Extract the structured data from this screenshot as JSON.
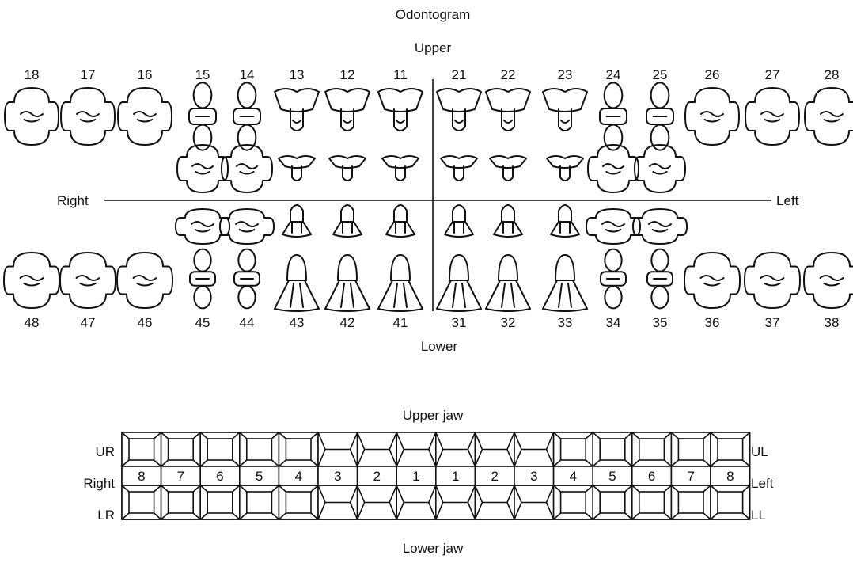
{
  "title": "Odontogram",
  "upper_label": "Upper",
  "lower_label": "Lower",
  "right_label": "Right",
  "left_label": "Left",
  "upper_numbers": [
    "18",
    "17",
    "16",
    "15",
    "14",
    "13",
    "12",
    "11",
    "21",
    "22",
    "23",
    "24",
    "25",
    "26",
    "27",
    "28"
  ],
  "lower_numbers": [
    "48",
    "47",
    "46",
    "45",
    "44",
    "43",
    "42",
    "41",
    "31",
    "32",
    "33",
    "34",
    "35",
    "36",
    "37",
    "38"
  ],
  "chart": {
    "upper_jaw_label": "Upper jaw",
    "lower_jaw_label": "Lower jaw",
    "ur_label": "UR",
    "ul_label": "UL",
    "lr_label": "LR",
    "ll_label": "LL",
    "right_label": "Right",
    "left_label": "Left",
    "numbers": [
      "8",
      "7",
      "6",
      "5",
      "4",
      "3",
      "2",
      "1",
      "1",
      "2",
      "3",
      "4",
      "5",
      "6",
      "7",
      "8"
    ]
  }
}
